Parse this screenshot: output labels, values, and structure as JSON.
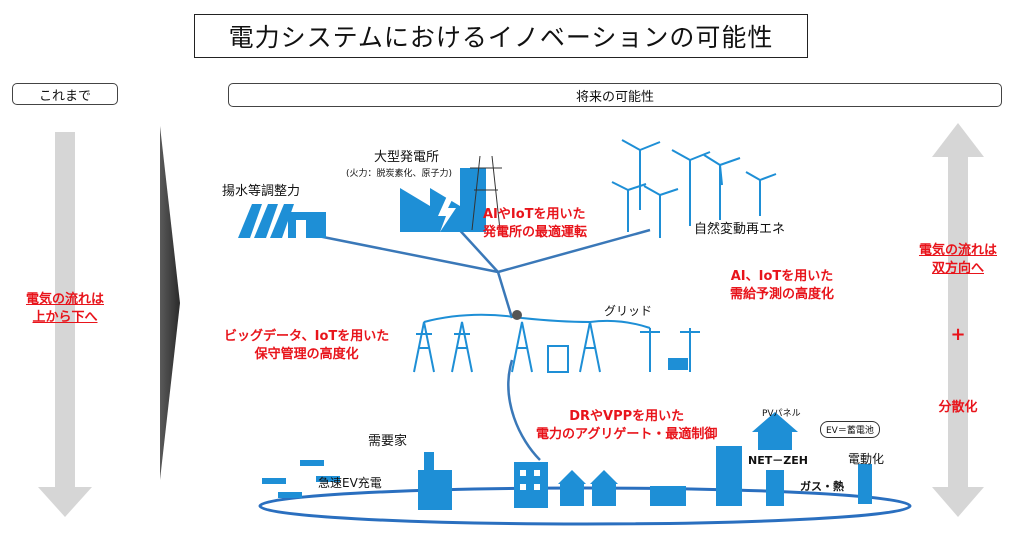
{
  "title": "電力システムにおけるイノベーションの可能性",
  "header": {
    "past_label": "これまで",
    "future_label": "将来の可能性"
  },
  "left_panel": {
    "flow_text_line1": "電気の流れは",
    "flow_text_line2": "上から下へ"
  },
  "right_panel": {
    "flow_text_line1": "電気の流れは",
    "flow_text_line2": "双方向へ",
    "plus": "+",
    "decentralization": "分散化"
  },
  "facilities": {
    "pumped_storage": "揚水等調整力",
    "large_plant": "大型発電所",
    "large_plant_note": "(火力：脱炭素化、原子力)",
    "renewables": "自然変動再エネ",
    "grid": "グリッド",
    "consumers": "需要家",
    "fast_ev": "急速EV充電",
    "pv_panel": "PVパネル",
    "net_zeh": "NET－ZEH",
    "ev_battery": "EV＝蓄電池",
    "electrification": "電動化",
    "gas_heat": "ガス・熱"
  },
  "innovations": {
    "plant_optimization_line1": "AIやIoTを用いた",
    "plant_optimization_line2": "発電所の最適運転",
    "demand_forecast_line1": "AI、IoTを用いた",
    "demand_forecast_line2": "需給予測の高度化",
    "maintenance_line1": "ビッグデータ、IoTを用いた",
    "maintenance_line2": "保守管理の高度化",
    "aggregation_line1": "DRやVPPを用いた",
    "aggregation_line2": "電力のアグリゲート・最適制御"
  },
  "colors": {
    "accent_red": "#e8141b",
    "icon_blue": "#1e8fd6",
    "line_blue": "#3a78b8",
    "arrow_gray": "#d6d6d6"
  }
}
